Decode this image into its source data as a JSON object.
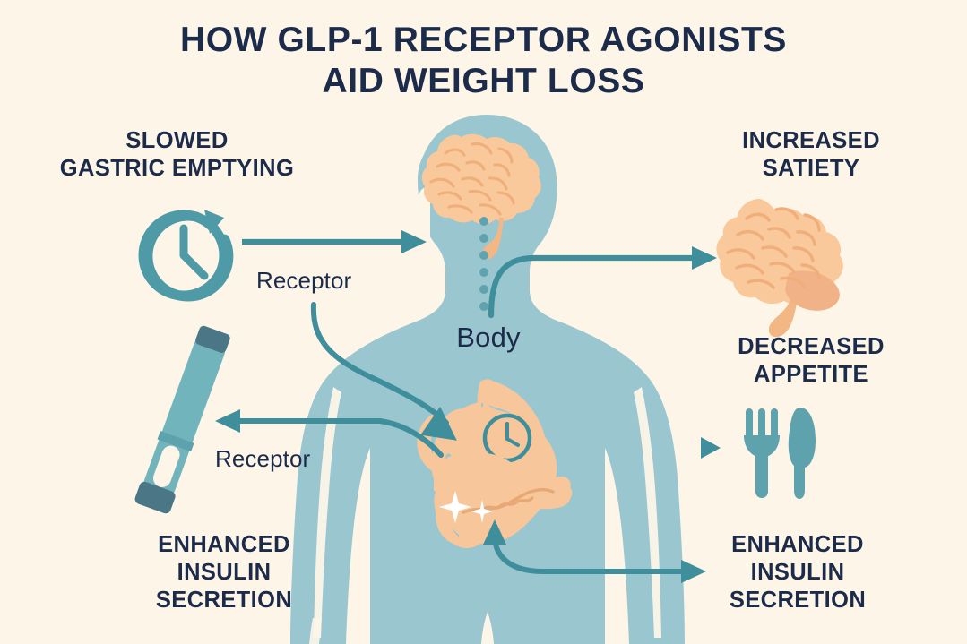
{
  "page": {
    "background_color": "#FDF6E8",
    "title_line1": "HOW GLP-1 RECEPTOR AGONISTS",
    "title_line2": "AID WEIGHT LOSS",
    "title_color": "#17253F"
  },
  "palette": {
    "background": "#FDF6E8",
    "body_silhouette": "#9AC6D0",
    "organ_peach": "#F7C79B",
    "arrow_teal": "#3F8E9B",
    "icon_teal": "#4E9AA6",
    "pen_dark": "#4A7686",
    "text_navy": "#17253F"
  },
  "labels": {
    "slowed_gastric_emptying": "SLOWED\nGASTRIC EMPTYING",
    "slowed_gastric_emptying_line1": "SLOWED",
    "slowed_gastric_emptying_line2": "GASTRIC EMPTYING",
    "increased_satiety_line1": "INCREASED",
    "increased_satiety_line2": "SATIETY",
    "decreased_appetite_line1": "DECREASED",
    "decreased_appetite_line2": "APPETITE",
    "enhanced_insulin_left_line1": "ENHANCED",
    "enhanced_insulin_left_line2": "INSULIN",
    "enhanced_insulin_left_line3": "SECRETION",
    "enhanced_insulin_right_line1": "ENHANCED",
    "enhanced_insulin_right_line2": "INSULIN",
    "enhanced_insulin_right_line3": "SECRETION",
    "receptor_top": "Receptor",
    "receptor_bottom": "Receptor",
    "body": "Body"
  },
  "icons": {
    "clock": "clock-rotate-icon",
    "brain_head": "brain-icon",
    "brain_right": "brain-icon",
    "stomach": "stomach-icon",
    "stomach_clock": "clock-icon",
    "pancreas": "pancreas-icon",
    "pancreas_sparkle": "sparkle-icon",
    "injector_pen": "injection-pen-icon",
    "fork": "fork-icon",
    "knife": "knife-icon",
    "spine": "spine-dots-icon",
    "human_body": "human-silhouette-icon"
  },
  "arrows": [
    {
      "name": "arrow-clock-to-head",
      "from": "clock-icon",
      "to": "head",
      "direction": "right"
    },
    {
      "name": "arrow-head-to-brain",
      "from": "head",
      "to": "brain-icon-right",
      "direction": "right"
    },
    {
      "name": "arrow-receptor-to-stomach",
      "from": "receptor-top-label",
      "to": "stomach-icon",
      "direction": "down-right"
    },
    {
      "name": "arrow-stomach-to-pen",
      "from": "stomach-icon",
      "to": "injection-pen-icon",
      "direction": "left"
    },
    {
      "name": "arrow-pancreas-to-insulin",
      "from": "pancreas-icon",
      "to": "enhanced-insulin-right",
      "direction": "right-and-up"
    },
    {
      "name": "arrow-to-appetite",
      "from": "body",
      "to": "fork-knife-icon",
      "direction": "right"
    }
  ]
}
